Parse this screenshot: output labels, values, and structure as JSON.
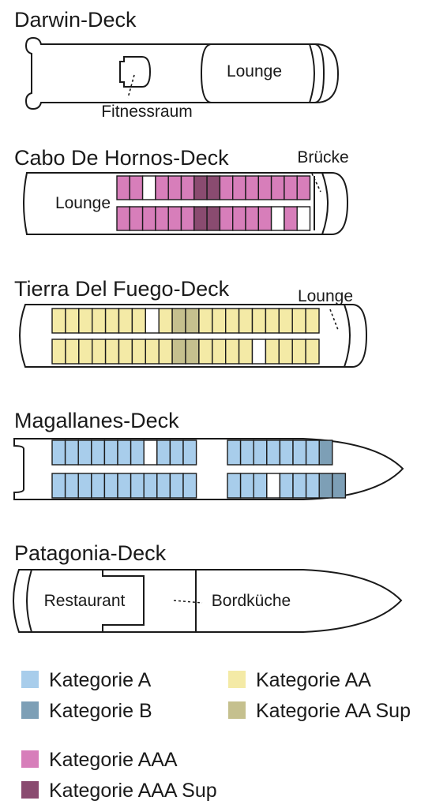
{
  "decks": [
    {
      "id": "darwin",
      "title": "Darwin-Deck",
      "rooms": {
        "lounge": "Lounge",
        "fitness": "Fitnessraum"
      }
    },
    {
      "id": "cabo",
      "title": "Cabo De Hornos-Deck",
      "rooms": {
        "lounge": "Lounge",
        "bridge": "Brücke"
      },
      "cabins": [
        [
          "AAA",
          "AAA",
          "",
          "AAA",
          "AAA",
          "AAA",
          "AAA_SUP",
          "AAA_SUP",
          "AAA",
          "AAA",
          "AAA",
          "AAA",
          "AAA",
          "AAA",
          "AAA"
        ],
        [
          "AAA",
          "AAA",
          "AAA",
          "AAA",
          "AAA",
          "AAA",
          "AAA_SUP",
          "AAA_SUP",
          "AAA",
          "AAA",
          "AAA",
          "AAA",
          "",
          "AAA",
          ""
        ]
      ]
    },
    {
      "id": "tierra",
      "title": "Tierra Del Fuego-Deck",
      "rooms": {
        "lounge": "Lounge"
      },
      "cabins": [
        [
          "AA",
          "AA",
          "AA",
          "AA",
          "AA",
          "AA",
          "AA",
          "",
          "AA",
          "AA_SUP",
          "AA_SUP",
          "AA",
          "AA",
          "AA",
          "AA",
          "AA",
          "AA",
          "AA",
          "AA",
          "AA"
        ],
        [
          "AA",
          "AA",
          "AA",
          "AA",
          "AA",
          "AA",
          "AA",
          "AA",
          "AA",
          "AA_SUP",
          "AA_SUP",
          "AA",
          "AA",
          "AA",
          "AA",
          "",
          "AA",
          "AA",
          "AA",
          "AA"
        ]
      ]
    },
    {
      "id": "magallanes",
      "title": "Magallanes-Deck",
      "cabins_aft": [
        [
          "A",
          "A",
          "A",
          "A",
          "A",
          "A",
          "A",
          "",
          "A",
          "A",
          "A"
        ],
        [
          "A",
          "A",
          "A",
          "A",
          "A",
          "A",
          "A",
          "A",
          "A",
          "A",
          "A"
        ]
      ],
      "cabins_fwd": [
        [
          "A",
          "A",
          "A",
          "A",
          "A",
          "A",
          "A",
          "B"
        ],
        [
          "A",
          "A",
          "A",
          "",
          "A",
          "A",
          "A",
          "B",
          "B"
        ]
      ]
    },
    {
      "id": "patagonia",
      "title": "Patagonia-Deck",
      "rooms": {
        "restaurant": "Restaurant",
        "galley": "Bordküche"
      }
    }
  ],
  "colors": {
    "A": "#a8cdeb",
    "B": "#7d9fb6",
    "AA": "#f4eaa6",
    "AA_SUP": "#c5c08e",
    "AAA": "#d77eba",
    "AAA_SUP": "#8a4b70",
    "empty": "#ffffff"
  },
  "legend": [
    {
      "key": "A",
      "label": "Kategorie A",
      "color": "#a8cdeb"
    },
    {
      "key": "B",
      "label": "Kategorie B",
      "color": "#7d9fb6"
    },
    {
      "key": "AA",
      "label": "Kategorie AA",
      "color": "#f4eaa6"
    },
    {
      "key": "AA_SUP",
      "label": "Kategorie AA Sup",
      "color": "#c5c08e"
    },
    {
      "key": "AAA",
      "label": "Kategorie AAA",
      "color": "#d77eba"
    },
    {
      "key": "AAA_SUP",
      "label": "Kategorie AAA Sup",
      "color": "#8a4b70"
    }
  ]
}
